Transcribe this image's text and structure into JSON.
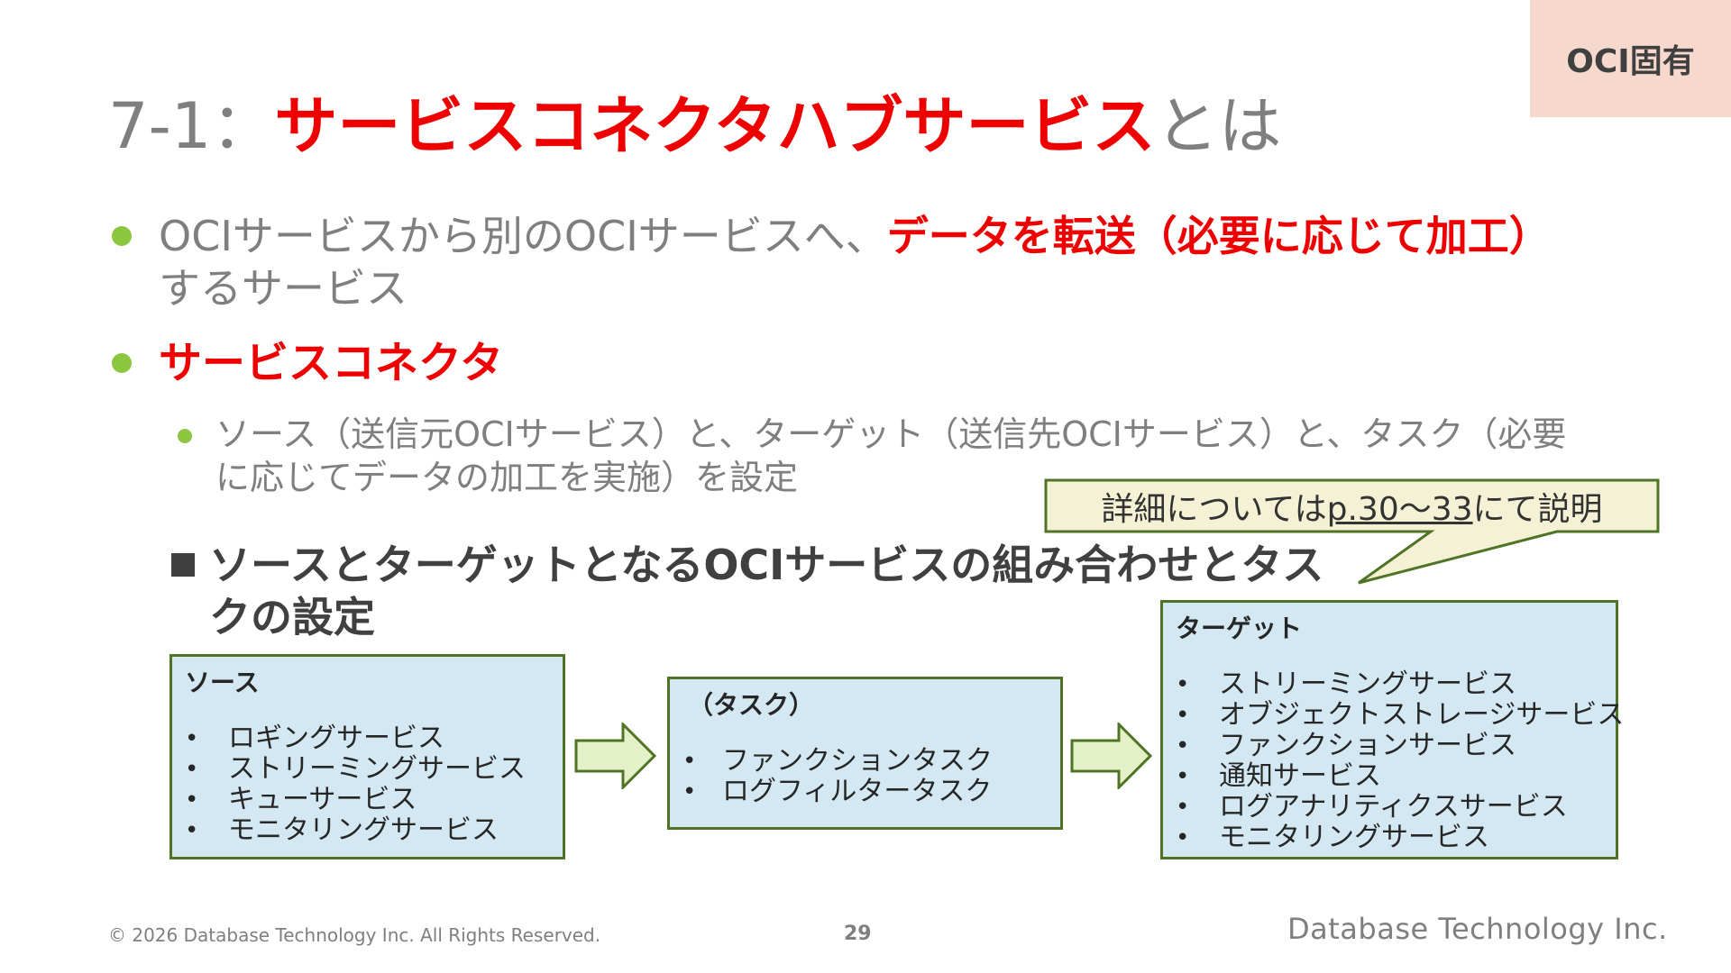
{
  "badge": "OCI固有",
  "title": {
    "prefix": "7-1：",
    "highlight": "サービスコネクタハブサービス",
    "suffix": "とは"
  },
  "bullets": {
    "b1_text": "OCIサービスから別のOCIサービスへ、",
    "b1_highlight": "データを転送（必要に応じて加工）",
    "b1_cont": "するサービス",
    "b2_highlight": "サービスコネクタ",
    "b3_text": "ソース（送信元OCIサービス）と、ターゲット（送信先OCIサービス）と、タスク（必要に応じてデータの加工を実施）を設定"
  },
  "heading": "ソースとターゲットとなるOCIサービスの組み合わせとタスクの設定",
  "callout": {
    "pre": "詳細については",
    "link": "p.30～33",
    "post": "にて説明"
  },
  "boxes": {
    "source": {
      "title": "ソース",
      "items": [
        "ロギングサービス",
        "ストリーミングサービス",
        "キューサービス",
        "モニタリングサービス"
      ]
    },
    "task": {
      "title": "（タスク）",
      "items": [
        "ファンクションタスク",
        "ログフィルタータスク"
      ]
    },
    "target": {
      "title": "ターゲット",
      "items": [
        "ストリーミングサービス",
        "オブジェクトストレージサービス",
        "ファンクションサービス",
        "通知サービス",
        "ログアナリティクスサービス",
        "モニタリングサービス"
      ]
    }
  },
  "footer": {
    "copyright": "© 2026 Database Technology Inc. All Rights Reserved.",
    "page": "29",
    "company": "Database Technology Inc."
  },
  "colors": {
    "accent_red": "#ee0000",
    "bullet_green": "#8cc63f",
    "box_fill": "#d3e8f3",
    "box_border": "#4f7426",
    "callout_fill": "#f5f1d5",
    "badge_fill": "#f6d8cc"
  }
}
